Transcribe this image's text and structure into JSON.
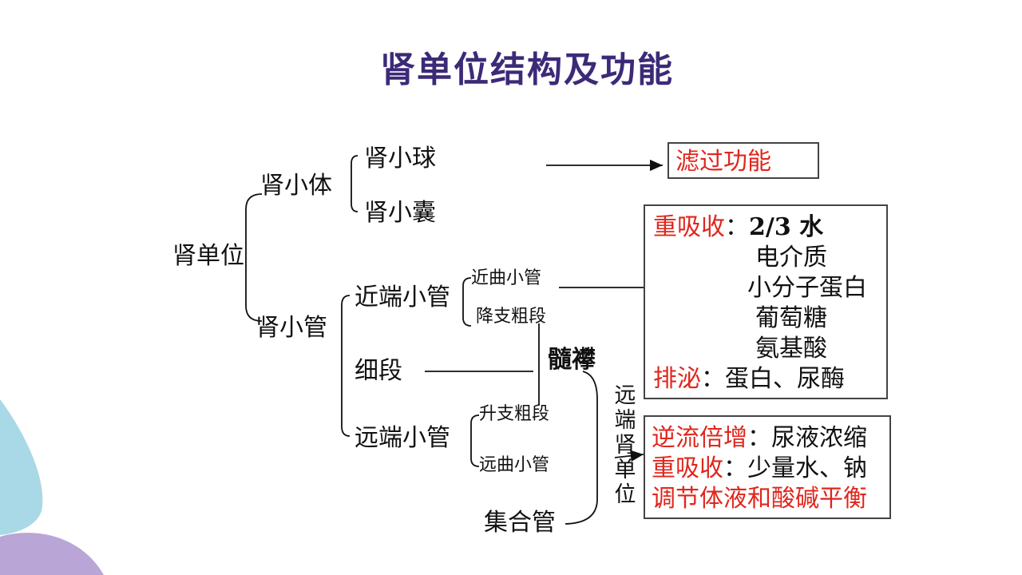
{
  "title": "肾单位结构及功能",
  "nodes": {
    "nephron": "肾单位",
    "renal_corpuscle": "肾小体",
    "glomerulus": "肾小球",
    "bowman_capsule": "肾小囊",
    "renal_tubule": "肾小管",
    "proximal_tubule": "近端小管",
    "proximal_convoluted": "近曲小管",
    "descending_thick": "降支粗段",
    "thin_segment": "细段",
    "medullary_loop": "髓襻",
    "distal_tubule": "远端小管",
    "ascending_thick": "升支粗段",
    "distal_convoluted": "远曲小管",
    "collecting_duct": "集合管",
    "distal_nephron": "远端肾单位"
  },
  "boxes": {
    "filtration": {
      "text": "滤过功能"
    },
    "proximal": {
      "reabsorb_label": "重吸收",
      "colon": "：",
      "items": [
        "2/3 水",
        "电介质",
        "小分子蛋白",
        "葡萄糖",
        "氨基酸"
      ],
      "excrete_label": "排泌",
      "excrete_colon": "：",
      "excrete_text": "蛋白、尿酶"
    },
    "distal": {
      "line1_label": "逆流倍增",
      "line1_colon": "：",
      "line1_text": "尿液浓缩",
      "line2_label": "重吸收",
      "line2_colon": "：",
      "line2_text": "少量水、钠",
      "line3": "调节体液和酸碱平衡"
    }
  },
  "colors": {
    "title": "#3c2a78",
    "highlight": "#e0261c",
    "deco_blue": "#a9d8e6",
    "deco_purple": "#b9a6d6"
  }
}
